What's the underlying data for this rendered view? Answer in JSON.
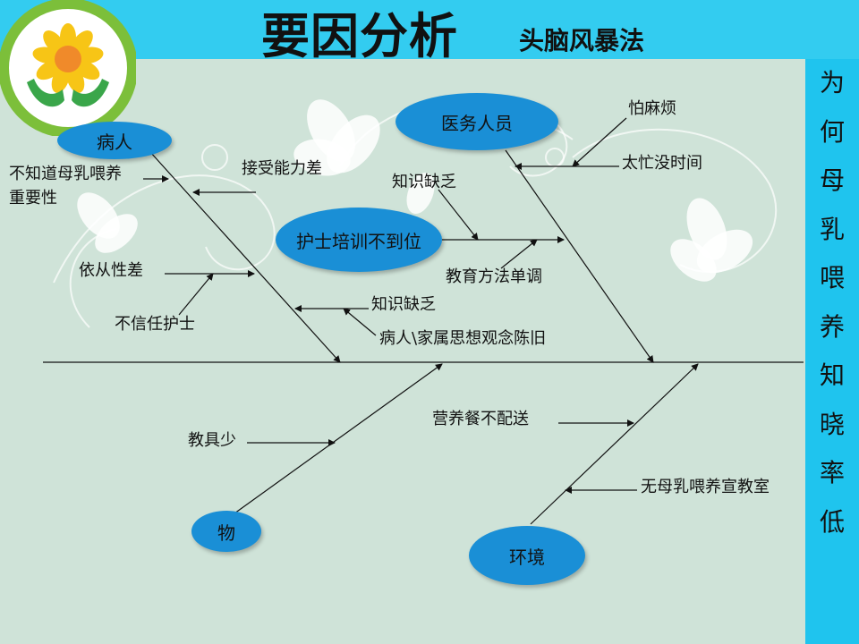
{
  "header": {
    "title": "要因分析",
    "subtitle": "头脑风暴法"
  },
  "effect": {
    "chars": [
      "为",
      "何",
      "母",
      "乳",
      "喂",
      "养",
      "知",
      "晓",
      "率",
      "低"
    ]
  },
  "categories": {
    "patient": "病人",
    "medical_staff": "医务人员",
    "nurse_training": "护士培训不到位",
    "material": "物",
    "environment": "环境"
  },
  "causes": {
    "importance_line1": "不知道母乳喂养",
    "importance_line2": "重要性",
    "acceptance": "接受能力差",
    "compliance": "依从性差",
    "distrust": "不信任护士",
    "knowledge_lack_staff": "知识缺乏",
    "teaching_monotone": "教育方法单调",
    "knowledge_lack_patient": "知识缺乏",
    "old_ideas": "病人\\家属思想观念陈旧",
    "trouble": "怕麻烦",
    "too_busy": "太忙没时间",
    "few_tools": "教具少",
    "no_meal": "营养餐不配送",
    "no_room": "无母乳喂养宣教室"
  },
  "colors": {
    "header": "#33ccf0",
    "oval": "#1a8fd6",
    "background": "#cfe3d8"
  }
}
